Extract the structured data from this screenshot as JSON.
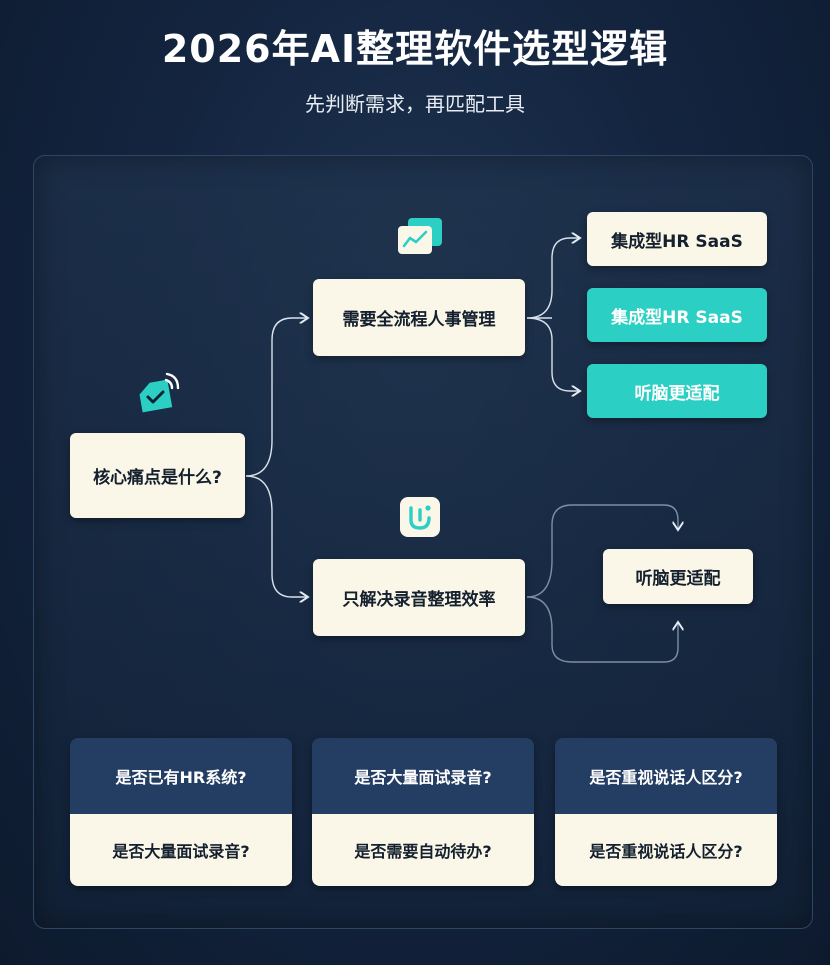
{
  "header": {
    "title": "2026年AI整理软件选型逻辑",
    "subtitle": "先判断需求，再匹配工具"
  },
  "flow": {
    "root": "核心痛点是什么?",
    "branch_top": "需要全流程人事管理",
    "branch_bottom": "只解决录音整理效率",
    "top_results": [
      "集成型HR SaaS",
      "集成型HR SaaS",
      "听脑更适配"
    ],
    "bottom_result": "听脑更适配"
  },
  "cards": [
    {
      "question": "是否已有HR系统?",
      "answer": "是否大量面试录音?"
    },
    {
      "question": "是否大量面试录音?",
      "answer": "是否需要自动待办?"
    },
    {
      "question": "是否重视说话人区分?",
      "answer": "是否重视说话人区分?"
    }
  ],
  "colors": {
    "teal": "#2ccfc3",
    "cream": "#fbf7e8",
    "card_header": "#243e63",
    "background": "#142540"
  },
  "icons": [
    "wifi-check-tag-icon",
    "chart-cards-icon",
    "audio-wave-icon"
  ]
}
